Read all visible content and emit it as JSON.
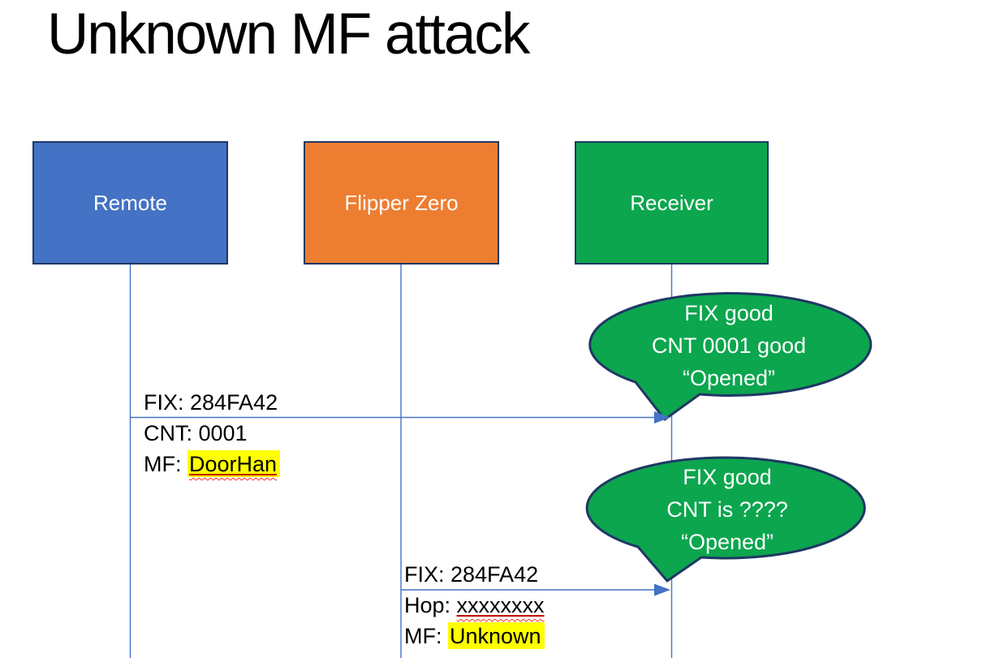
{
  "title": "Unknown MF attack",
  "actors": [
    {
      "label": "Remote",
      "fill": "#4472C4"
    },
    {
      "label": "Flipper Zero",
      "fill": "#ED7D31"
    },
    {
      "label": "Receiver",
      "fill": "#0CA64E"
    }
  ],
  "messages": [
    {
      "line1": "FIX: 284FA42",
      "line2": "CNT: 0001",
      "line3_prefix": "MF: ",
      "line3_value": "DoorHan"
    },
    {
      "line1": "FIX: 284FA42",
      "line2_prefix": "Hop: ",
      "line2_value": "xxxxxxxx",
      "line3_prefix": "MF: ",
      "line3_value": "Unknown"
    }
  ],
  "callouts": [
    {
      "lines": [
        "FIX good",
        "CNT 0001 good",
        "“Opened”"
      ]
    },
    {
      "lines": [
        "FIX good",
        "CNT is ????",
        "“Opened”"
      ]
    }
  ],
  "colors": {
    "box_border": "#1F3864",
    "line_blue": "#4472C4",
    "bubble_green": "#0CA64E",
    "highlight_yellow": "#FFFF00",
    "squiggle_red": "#FF2B2B",
    "underline_red": "#C00000"
  }
}
